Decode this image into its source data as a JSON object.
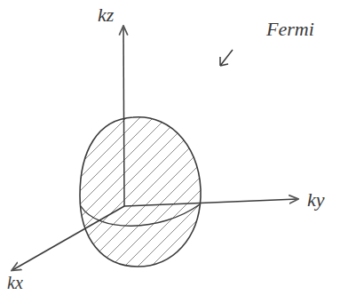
{
  "diagram": {
    "labels": [
      "kz",
      "Fermi",
      "ky",
      "kx"
    ]
  }
}
